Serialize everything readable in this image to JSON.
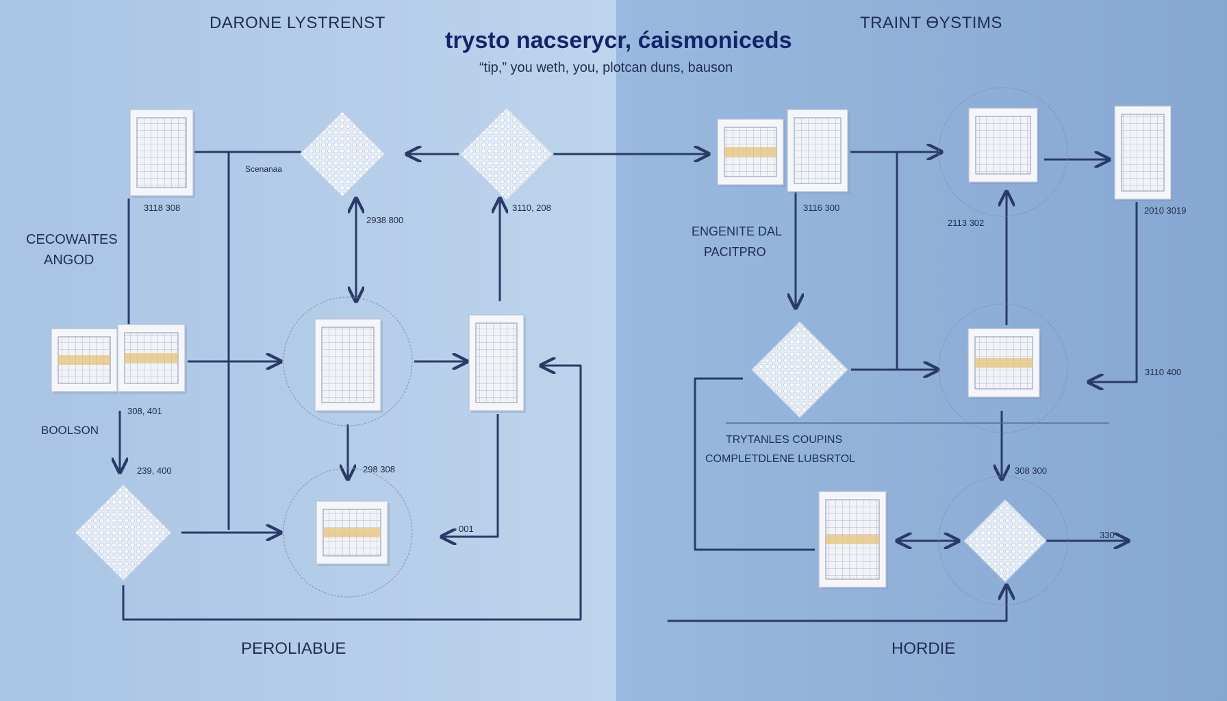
{
  "diagram": {
    "left_heading": "DARONE LYSTRENST",
    "right_heading": "TRAINT ƟYSTIMS",
    "title": "trysto nacserycr, ćaismoniceds",
    "subtitle": "“tip,” you weth, you, plotcan duns, bauson",
    "left_footer": "PEROLIABUE",
    "right_footer": "HORDIE",
    "side_labels": {
      "cecowaites_line1": "CECOWAITES",
      "cecowaites_line2": "ANGOD",
      "boolson": "BOOLSON",
      "engenite_line1": "ENGENITE DAL",
      "engenite_line2": "PACITPRO",
      "trytanles_line1": "TRYTANLES COUPINS",
      "trytanles_line2": "COMPLETDLENE LUBSRTOL",
      "scenanaa": "Scenanaa"
    },
    "numbers": {
      "n1": "3118 308",
      "n2": "2938 800",
      "n3": "3110, 208",
      "n4": "308, 401",
      "n5": "239, 400",
      "n6": "298 308",
      "n7": "001",
      "n8": "3116 300",
      "n9": "2113 302",
      "n10": "2010 3019",
      "n11": "3110 400",
      "n12": "308 300",
      "n13": "330"
    }
  },
  "colors": {
    "left_panel": "#b5cde8",
    "right_panel": "#8fb0d8",
    "line": "#2a3a66",
    "title": "#14246a",
    "highlight": "#e7c478"
  }
}
